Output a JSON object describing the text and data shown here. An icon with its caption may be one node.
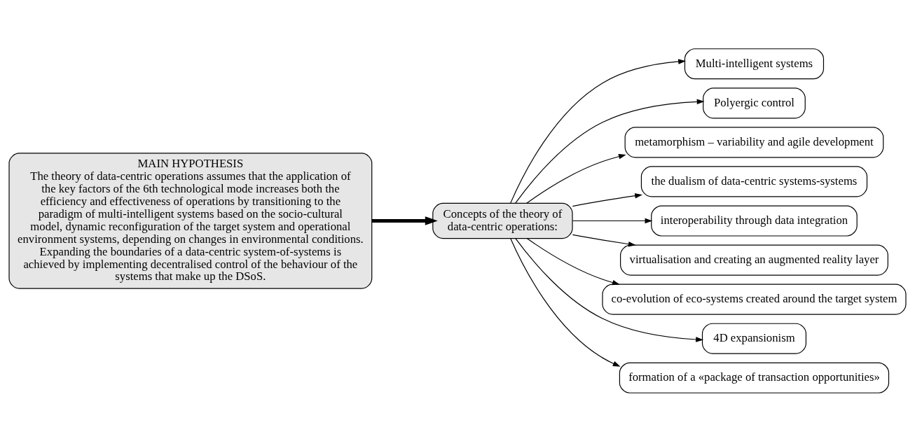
{
  "diagram": {
    "nodes": [
      {
        "text": [
          "MAIN HYPOTHESIS",
          "The theory of data-centric operations assumes that the application of the key factors of the 6th technological mode increases both the efficiency and effectiveness of operations by transitioning to the paradigm of multi-intelligent systems based on the socio-cultural model, dynamic reconfiguration of the target system and operational environment systems, depending on changes in environmental conditions. Expanding the boundaries of a data-centric system-of-systems is achieved by implementing decentralised control of the behaviour of the systems that make up the DSoS."
        ]
      },
      {
        "text": [
          "Multi-intelligent systems"
        ]
      },
      {
        "text": [
          "Polyergic control"
        ]
      },
      {
        "text": [
          "metamorphism – variability and agile development"
        ]
      },
      {
        "text": [
          "the dualism of data-centric systems-systems"
        ]
      },
      {
        "text": [
          "interoperability through data integration"
        ]
      },
      {
        "text": [
          "Concepts of the theory of data-centric operations:"
        ]
      },
      {
        "text": [
          "virtualisation and creating an augmented reality layer"
        ]
      },
      {
        "text": [
          "co-evolution of eco-systems created around the target system"
        ]
      },
      {
        "text": [
          "4D expansionism"
        ]
      },
      {
        "text": [
          "formation of a «package of transaction opportunities»"
        ]
      }
    ],
    "edges": [
      {
        "from": 0,
        "to": 6,
        "arrow": "to",
        "style": "thick"
      },
      {
        "from": 6,
        "to": 1,
        "arrow": "to"
      },
      {
        "from": 6,
        "to": 2,
        "arrow": "to"
      },
      {
        "from": 6,
        "to": 3,
        "arrow": "to"
      },
      {
        "from": 6,
        "to": 4,
        "arrow": "to"
      },
      {
        "from": 6,
        "to": 5,
        "arrow": "to"
      },
      {
        "from": 6,
        "to": 7,
        "arrow": "to"
      },
      {
        "from": 6,
        "to": 8,
        "arrow": "to"
      },
      {
        "from": 6,
        "to": 9,
        "arrow": "to"
      },
      {
        "from": 6,
        "to": 10,
        "arrow": "to"
      }
    ]
  }
}
